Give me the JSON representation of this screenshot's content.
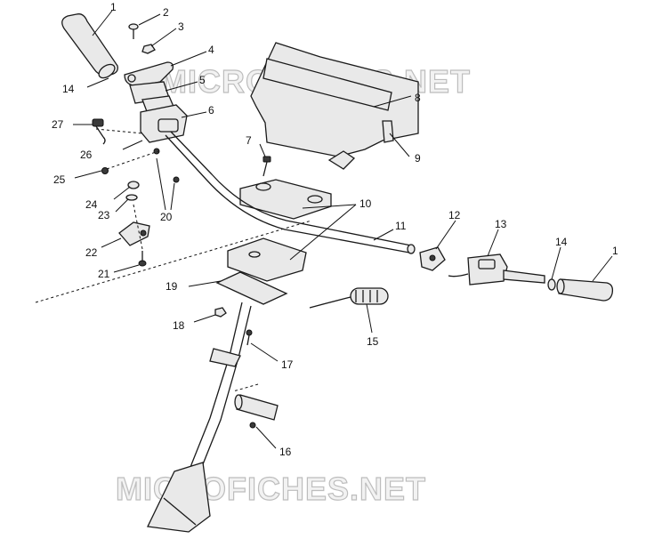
{
  "watermarks": {
    "top": "MICROFICHES.NET",
    "bottom": "MICROFICHES.NET"
  },
  "callouts": {
    "c1_left": "1",
    "c2": "2",
    "c3": "3",
    "c4": "4",
    "c5": "5",
    "c6": "6",
    "c7": "7",
    "c8": "8",
    "c9": "9",
    "c10": "10",
    "c11": "11",
    "c12": "12",
    "c13": "13",
    "c14_right": "14",
    "c1_right": "1",
    "c14_left": "14",
    "c15": "15",
    "c16": "16",
    "c17": "17",
    "c18": "18",
    "c19": "19",
    "c20": "20",
    "c21": "21",
    "c22": "22",
    "c23": "23",
    "c24": "24",
    "c25": "25",
    "c26": "26",
    "c27": "27"
  }
}
